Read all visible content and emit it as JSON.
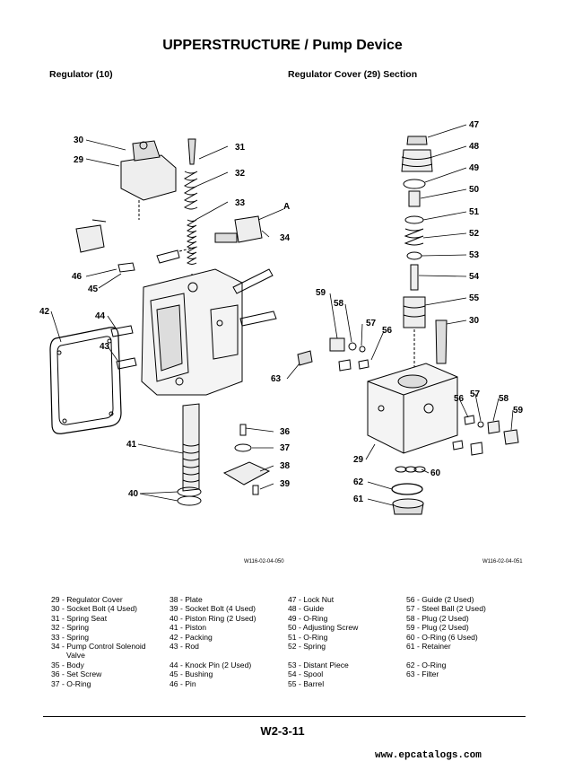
{
  "title": "UPPERSTRUCTURE / Pump Device",
  "left_section": "Regulator (10)",
  "right_section": "Regulator Cover (29) Section",
  "figure_left_id": "W116-02-04-050",
  "figure_right_id": "W116-02-04-051",
  "callouts_left": [
    "30",
    "29",
    "31",
    "32",
    "33",
    "A",
    "34",
    "46",
    "45",
    "42",
    "44",
    "43",
    "41",
    "36",
    "37",
    "38",
    "40",
    "39"
  ],
  "callouts_right": [
    "47",
    "48",
    "49",
    "50",
    "51",
    "52",
    "53",
    "54",
    "55",
    "59",
    "58",
    "57",
    "56",
    "30",
    "63",
    "56",
    "57",
    "58",
    "59",
    "29",
    "60",
    "62",
    "61"
  ],
  "legend": {
    "col1": [
      "29 - Regulator Cover",
      "30 - Socket Bolt (4 Used)",
      "31 - Spring Seat",
      "32 - Spring",
      "33 - Spring",
      "34 - Pump Control Solenoid",
      "Valve",
      "35 - Body",
      "36 - Set Screw",
      "37 - O-Ring"
    ],
    "col2": [
      "38 - Plate",
      "39 - Socket Bolt (4 Used)",
      "40 - Piston Ring (2 Used)",
      "41 - Piston",
      "42 - Packing",
      "43 - Rod",
      "",
      "44 - Knock Pin (2 Used)",
      "45 - Bushing",
      "46 - Pin"
    ],
    "col3": [
      "47 - Lock Nut",
      "48 - Guide",
      "49 - O-Ring",
      "50 - Adjusting Screw",
      "51 - O-Ring",
      "52 - Spring",
      "",
      "53 - Distant Piece",
      "54 - Spool",
      "55 - Barrel"
    ],
    "col4": [
      "56 - Guide (2 Used)",
      "57 - Steel Ball (2 Used)",
      "58 - Plug (2 Used)",
      "59 - Plug (2 Used)",
      "60 - O-Ring (6 Used)",
      "61 - Retainer",
      "",
      "62 - O-Ring",
      "63 - Filter",
      ""
    ]
  },
  "page_number": "W2-3-11",
  "watermark": "www.epcatalogs.com"
}
